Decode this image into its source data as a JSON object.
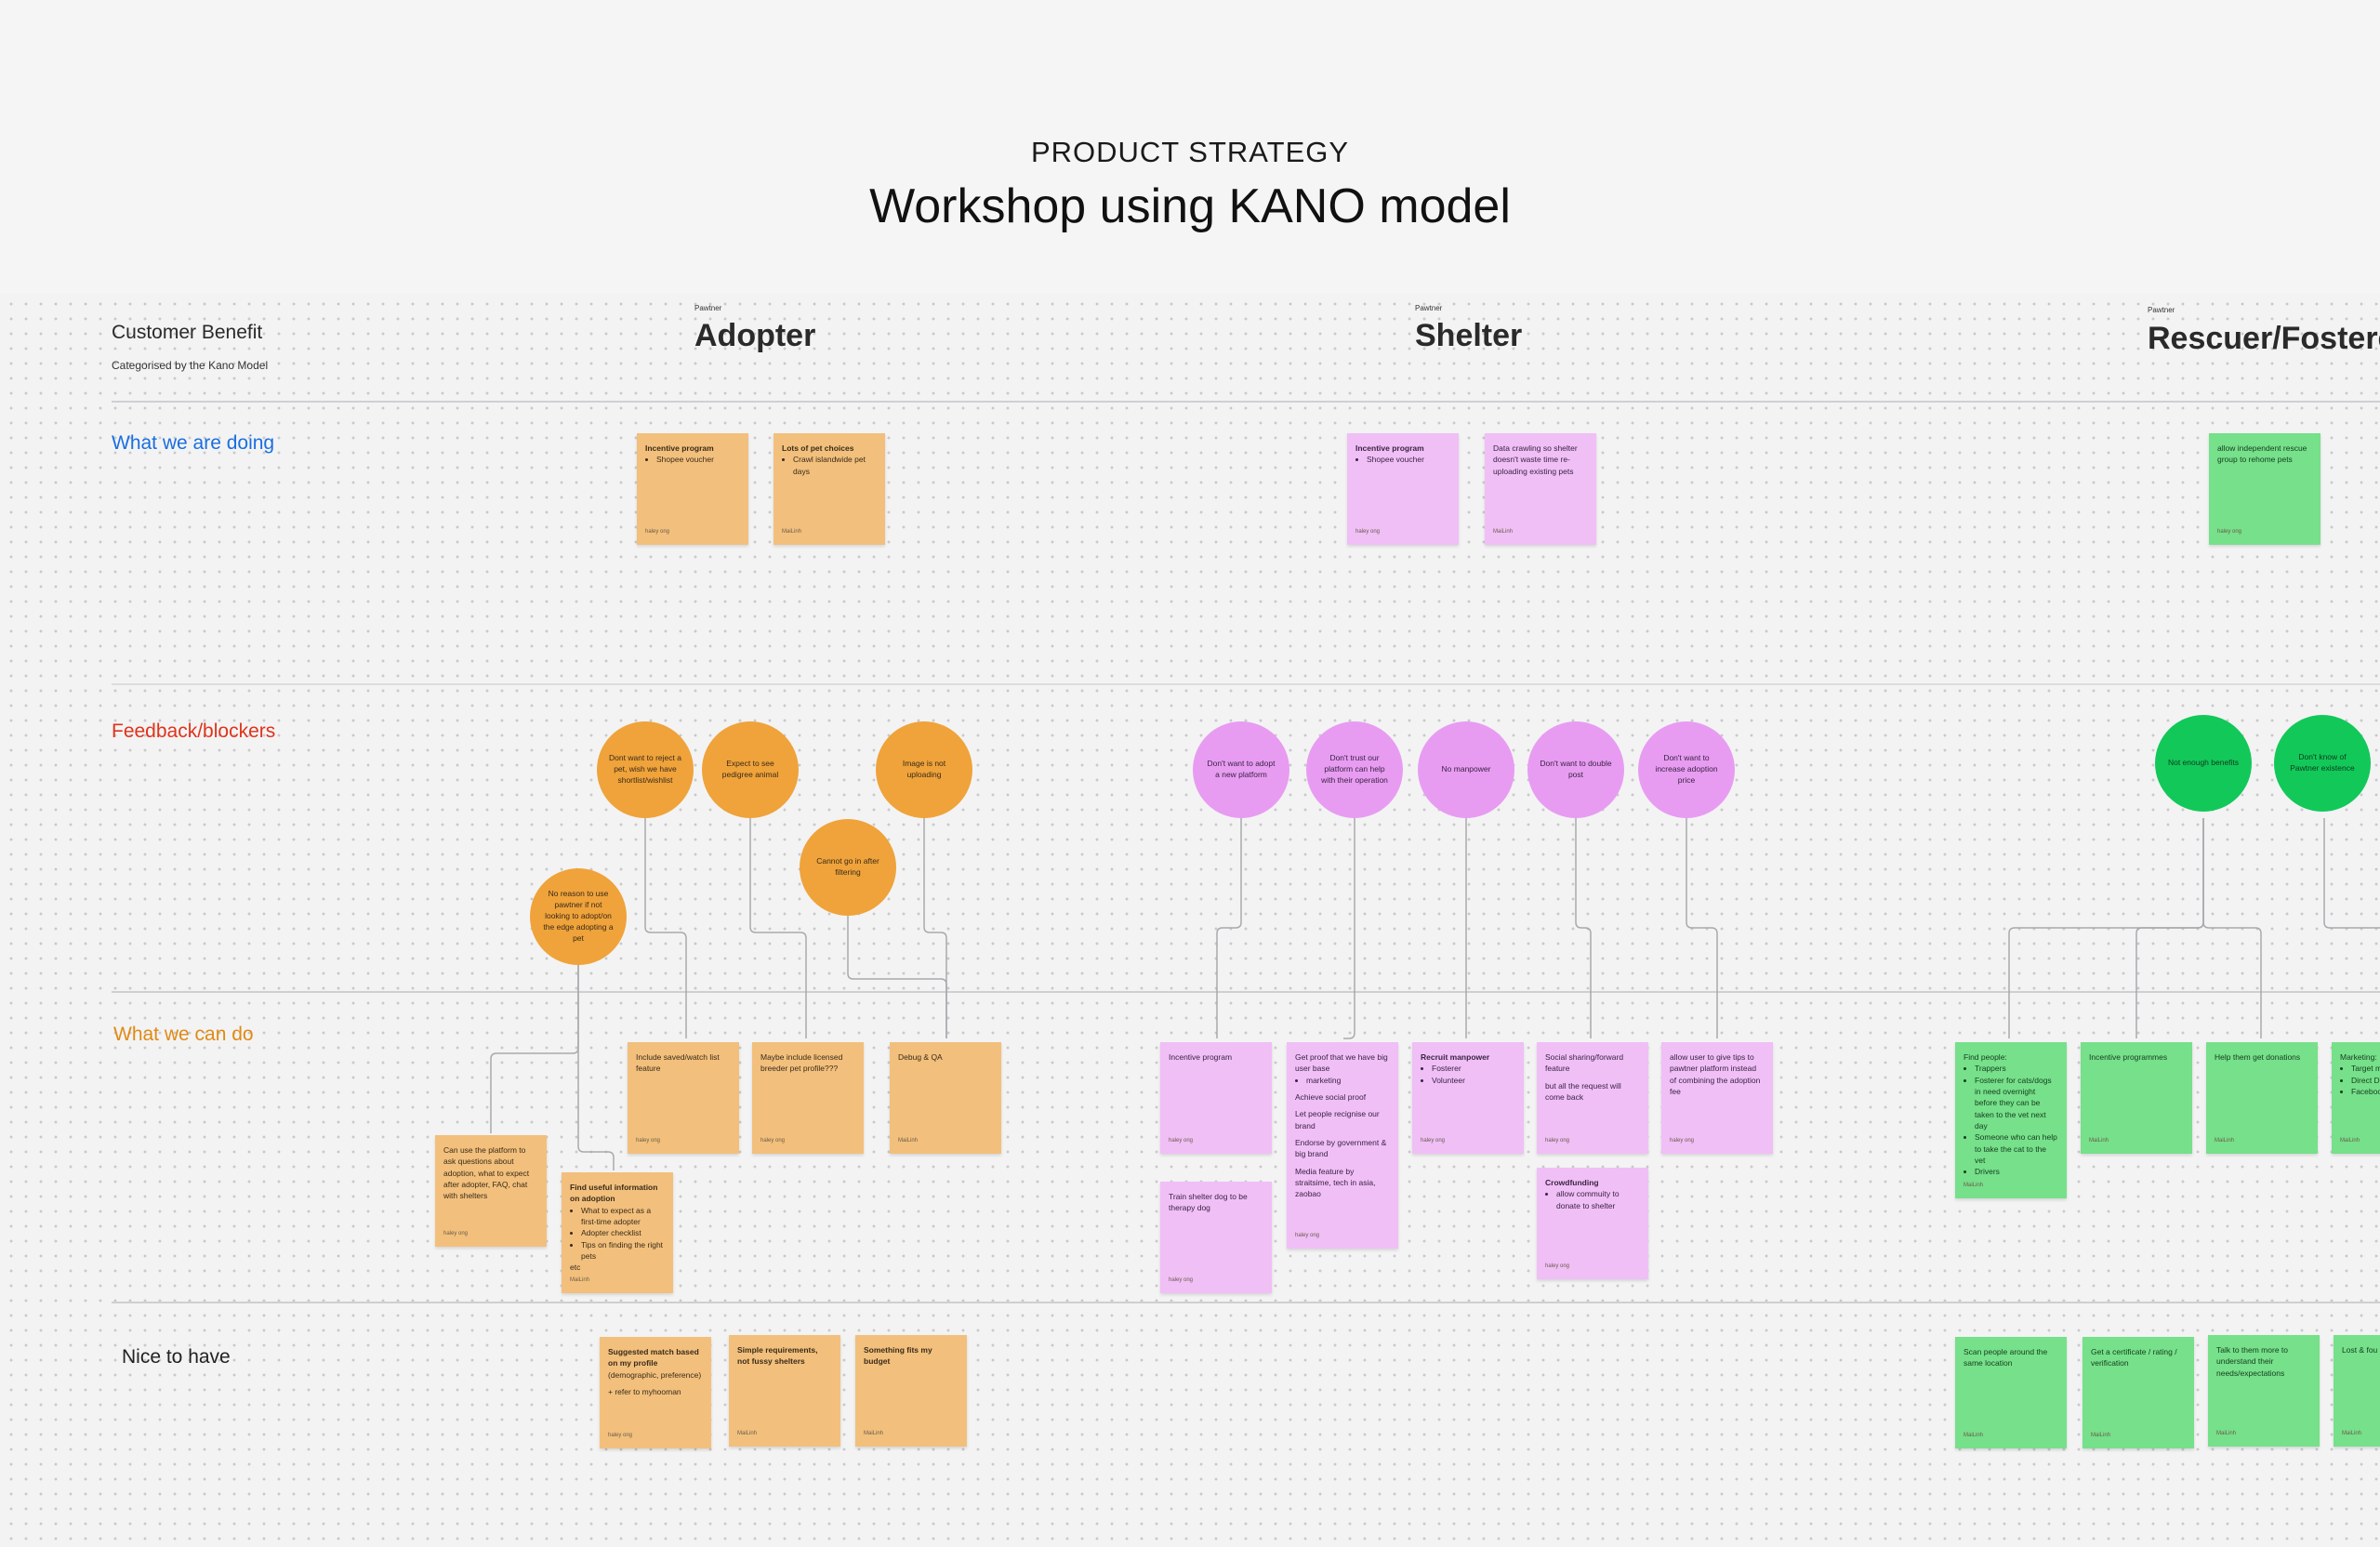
{
  "header": {
    "eyebrow": "PRODUCT STRATEGY",
    "title": "Workshop using KANO model"
  },
  "board": {
    "legend_title": "Customer Benefit",
    "legend_subtitle": "Categorised by the Kano Model",
    "columns": [
      {
        "small": "Pawtner",
        "title": "Adopter"
      },
      {
        "small": "Pawtner",
        "title": "Shelter"
      },
      {
        "small": "Pawtner",
        "title": "Rescuer/Fosterer"
      }
    ],
    "sections": [
      {
        "label": "What we are doing",
        "color": "#1a6fe0"
      },
      {
        "label": "Feedback/blockers",
        "color": "#e0331a"
      },
      {
        "label": "What we can do",
        "color": "#e08a12"
      },
      {
        "label": "Nice to have",
        "color": "#222222"
      }
    ],
    "colors": {
      "orange_note": "#f2c07c",
      "pink_note": "#f0bff6",
      "green_note": "#76e08a",
      "orange_circle": "#efa33a",
      "pink_circle": "#e79cf1",
      "green_circle": "#12c859"
    }
  },
  "notes": {
    "n1": {
      "title": "Incentive program",
      "bullets": [
        "Shopee voucher"
      ],
      "author": "haley ong"
    },
    "n2": {
      "title": "Lots of pet choices",
      "bullets": [
        "Crawl islandwide pet days"
      ],
      "author": "MaiLinh"
    },
    "n3": {
      "title": "Incentive program",
      "bullets": [
        "Shopee voucher"
      ],
      "author": "haley ong"
    },
    "n4": {
      "text": "Data crawling so shelter doesn't waste time re-uploading existing pets",
      "author": "MaiLinh"
    },
    "n5": {
      "text": "allow independent rescue group to rehome pets",
      "author": "haley ong"
    },
    "n6": {
      "text": "Include saved/watch list feature",
      "author": "haley ong"
    },
    "n7": {
      "text": "Maybe include licensed breeder pet profile???",
      "author": "haley ong"
    },
    "n8": {
      "text": "Debug & QA",
      "author": "MaiLinh"
    },
    "n9": {
      "text": "Can use the platform to ask questions about adoption, what to expect after adopter, FAQ, chat with shelters",
      "author": "haley ong"
    },
    "n10": {
      "title": "Find useful information on adoption",
      "bullets": [
        "What to expect as a first-time adopter",
        "Adopter checklist",
        "Tips on finding the right pets"
      ],
      "after": "etc",
      "author": "MaiLinh"
    },
    "n11": {
      "text": "Incentive program",
      "author": "haley ong"
    },
    "n12": {
      "lines": [
        "Get proof that we have big user base"
      ],
      "bullets": [
        "marketing"
      ],
      "extra": [
        "Achieve social proof",
        "Let people recignise our brand",
        "Endorse by government & big brand",
        "Media feature by straitsime, tech in asia, zaobao"
      ],
      "author": "haley ong"
    },
    "n13": {
      "title": "Recruit manpower",
      "bullets": [
        "Fosterer",
        "Volunteer"
      ],
      "author": "haley ong"
    },
    "n14": {
      "lines": [
        "Social sharing/forward feature",
        "but all the request will come back"
      ],
      "author": "haley ong"
    },
    "n15": {
      "text": "allow user to give tips to pawtner platform instead of combining the adoption fee",
      "author": "haley ong"
    },
    "n16": {
      "text": "Train shelter dog to be therapy dog",
      "author": "haley ong"
    },
    "n17": {
      "title": "Crowdfunding",
      "bullets": [
        "allow commuity to donate to shelter"
      ],
      "author": "haley ong"
    },
    "n18": {
      "title": "Find people:",
      "bullets": [
        "Trappers",
        "Fosterer for cats/dogs in need overnight before they can be taken to the vet next day",
        "Someone who can help to take the cat to the vet",
        "Drivers"
      ],
      "author": "MaiLinh"
    },
    "n19": {
      "text": "Incentive programmes",
      "author": "MaiLinh"
    },
    "n20": {
      "text": "Help them get donations",
      "author": "MaiLinh"
    },
    "n21": {
      "title": "Marketing:",
      "bullets": [
        "Target m",
        "Direct D",
        "Faceboo"
      ],
      "author": "MaiLinh"
    },
    "n22": {
      "title": "Suggested match based on my profile",
      "lines": [
        "(demographic, preference)",
        "+ refer to myhooman"
      ],
      "author": "haley ong"
    },
    "n23": {
      "title": "Simple requirements, not fussy shelters",
      "author": "MaiLinh"
    },
    "n24": {
      "title": "Something fits my budget",
      "author": "MaiLinh"
    },
    "n25": {
      "text": "Scan people around the same location",
      "author": "MaiLinh"
    },
    "n26": {
      "text": "Get a certificate / rating / verification",
      "author": "MaiLinh"
    },
    "n27": {
      "text": "Talk to them more to understand their needs/expectations",
      "author": "MaiLinh"
    },
    "n28": {
      "text": "Lost & fou",
      "author": "MaiLinh"
    }
  },
  "circles": {
    "c1": "Dont want to reject a pet, wish we have shortlist/wishlist",
    "c2": "Expect to see pedigree animal",
    "c3": "Image is not uploading",
    "c4": "Cannot go in after filtering",
    "c5": "No reason to use pawtner if not looking to adopt/on the edge adopting a pet",
    "c6": "Don't want to adopt a new platform",
    "c7": "Don't trust our platform can help with their operation",
    "c8": "No manpower",
    "c9": "Don't want to double post",
    "c10": "Don't want to increase adoption price",
    "c11": "Not enough benefits",
    "c12": "Don't know of Pawtner existence"
  }
}
